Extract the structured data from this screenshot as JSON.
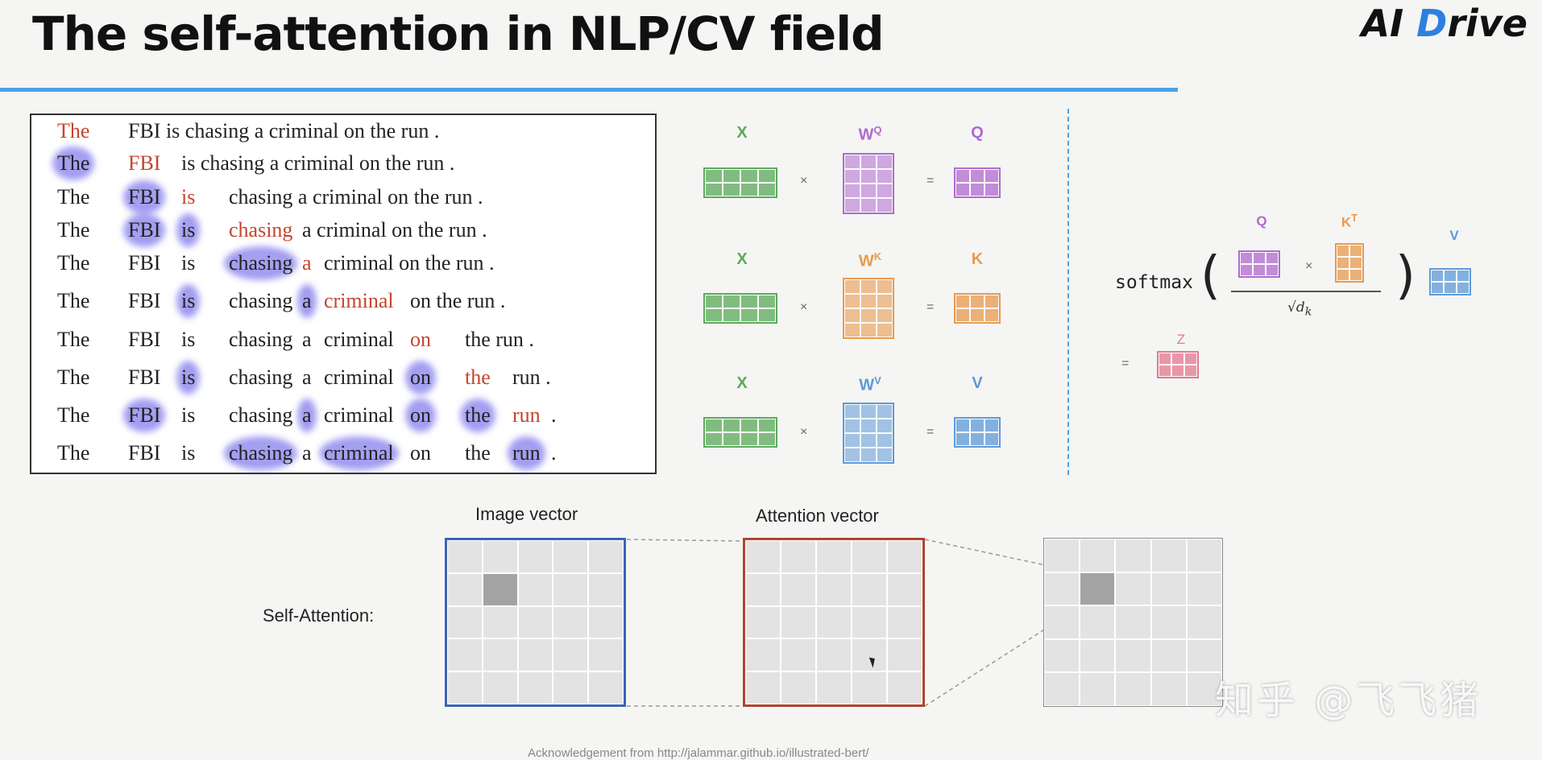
{
  "title": "The self-attention in NLP/CV field",
  "logo": {
    "prefix": "AI ",
    "suffix": "rive"
  },
  "sentence_rows": [
    [
      {
        "t": "The",
        "s": "red"
      },
      {
        "t": "FBI is chasing a criminal on the run ."
      }
    ],
    [
      {
        "t": "The",
        "s": "hl"
      },
      {
        "t": "FBI",
        "s": "red"
      },
      {
        "t": "is chasing a criminal on the run ."
      }
    ],
    [
      {
        "t": "The"
      },
      {
        "t": "FBI",
        "s": "hl"
      },
      {
        "t": "is",
        "s": "red"
      },
      {
        "t": "chasing a criminal on the run ."
      }
    ],
    [
      {
        "t": "The"
      },
      {
        "t": "FBI",
        "s": "hl"
      },
      {
        "t": "is",
        "s": "hl"
      },
      {
        "t": "chasing",
        "s": "red"
      },
      {
        "t": "a criminal on the run ."
      }
    ],
    [
      {
        "t": "The"
      },
      {
        "t": "FBI"
      },
      {
        "t": "is"
      },
      {
        "t": "chasing",
        "s": "hl"
      },
      {
        "t": "a",
        "s": "red"
      },
      {
        "t": "criminal on the run ."
      }
    ],
    [
      {
        "t": "The"
      },
      {
        "t": "FBI"
      },
      {
        "t": "is",
        "s": "hl"
      },
      {
        "t": "chasing"
      },
      {
        "t": "a",
        "s": "hl"
      },
      {
        "t": "criminal",
        "s": "red"
      },
      {
        "t": "on the run ."
      }
    ],
    [
      {
        "t": "The"
      },
      {
        "t": "FBI"
      },
      {
        "t": "is"
      },
      {
        "t": "chasing"
      },
      {
        "t": "a"
      },
      {
        "t": "criminal"
      },
      {
        "t": "on",
        "s": "red"
      },
      {
        "t": "the run ."
      }
    ],
    [
      {
        "t": "The"
      },
      {
        "t": "FBI"
      },
      {
        "t": "is",
        "s": "hl"
      },
      {
        "t": "chasing"
      },
      {
        "t": "a"
      },
      {
        "t": "criminal"
      },
      {
        "t": "on",
        "s": "hl"
      },
      {
        "t": "the",
        "s": "red"
      },
      {
        "t": "run ."
      }
    ],
    [
      {
        "t": "The"
      },
      {
        "t": "FBI",
        "s": "hl"
      },
      {
        "t": "is"
      },
      {
        "t": "chasing"
      },
      {
        "t": "a",
        "s": "hl"
      },
      {
        "t": "criminal"
      },
      {
        "t": "on",
        "s": "hl"
      },
      {
        "t": "the",
        "s": "hl"
      },
      {
        "t": "run",
        "s": "red"
      },
      {
        "t": "."
      }
    ],
    [
      {
        "t": "The"
      },
      {
        "t": "FBI"
      },
      {
        "t": "is"
      },
      {
        "t": "chasing",
        "s": "hl"
      },
      {
        "t": "a"
      },
      {
        "t": "criminal",
        "s": "hl"
      },
      {
        "t": "on"
      },
      {
        "t": "the"
      },
      {
        "t": "run",
        "s": "hl"
      },
      {
        "t": "."
      }
    ]
  ],
  "colors": {
    "x": "#5aaa5a",
    "wq": "#b06ad0",
    "wk": "#e89a50",
    "wv": "#5e9ad8",
    "z": "#e4788f",
    "highlight": "#5a50e6",
    "red_word": "#c4452f",
    "image_frame": "#3b63b5",
    "attention_frame": "#b0442f"
  },
  "matrices": {
    "x_label": "X",
    "wq_label": "W",
    "wq_sup": "Q",
    "q_label": "Q",
    "wk_label": "W",
    "wk_sup": "K",
    "k_label": "K",
    "wv_label": "W",
    "wv_sup": "V",
    "v_label": "V",
    "times": "×",
    "equals": "="
  },
  "formula": {
    "softmax": "softmax",
    "q": "Q",
    "kt": "K",
    "kt_sup": "T",
    "v": "V",
    "z": "Z",
    "sqrt": "√d",
    "sqrt_sub": "k"
  },
  "bottom": {
    "label": "Self-Attention:",
    "image_caption": "Image vector",
    "attention_caption": "Attention vector"
  },
  "watermark": "知乎 @飞飞猪",
  "ack": "Acknowledgement from http://jalammar.github.io/illustrated-bert/"
}
